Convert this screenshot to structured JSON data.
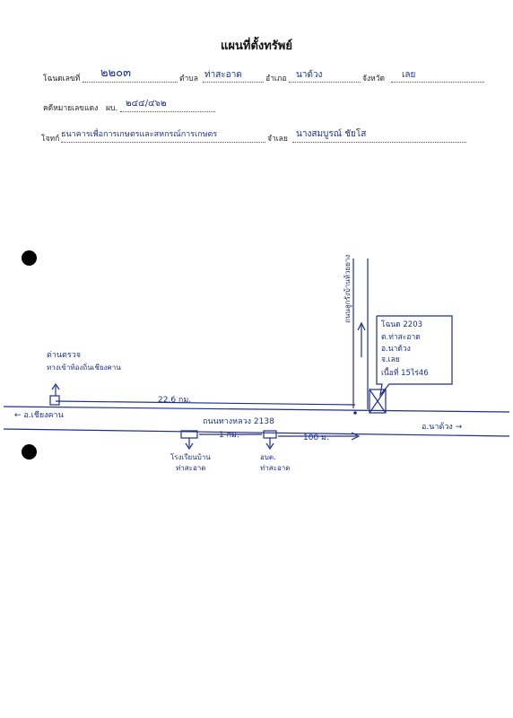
{
  "form": {
    "title": "แผนที่ตั้งทรัพย์",
    "deed_label": "โฉนดเลขที่",
    "deed_value": "๒๒๐๓",
    "subdistrict_label": "ตำบล",
    "subdistrict_value": "ท่าสะอาด",
    "district_label": "อำเภอ",
    "district_value": "นาด้วง",
    "province_label": "จังหวัด",
    "province_value": "เลย",
    "case_label": "คดีหมายเลขแดง",
    "case_prefix": "ผบ.",
    "case_value": "๒๔๔/๔๖๒",
    "plaintiff_label": "โจทก์",
    "plaintiff_value": "ธนาคารเพื่อการเกษตรและสหกรณ์การเกษตร",
    "defendant_label": "จำเลย",
    "defendant_value": "นางสมบูรณ์ ชัยโส"
  },
  "map": {
    "to_left": "← อ.เชียงคาน",
    "to_right": "อ.นาด้วง →",
    "road_name": "ถนนทางหลวง 2138",
    "upper_distance": "22.6 กม.",
    "left_landmark_line1": "ด่านตรวจ",
    "left_landmark_line2": "ทางเข้าท้องถิ่นเชียงคาน",
    "lower_distance_1": "1 กม.",
    "lower_distance_2": "100 ม.",
    "school_line1": "โรงเรียนบ้าน",
    "school_line2": "ท่าสะอาด",
    "tambon_office_line1": "อบต.",
    "tambon_office_line2": "ท่าสะอาด",
    "side_road": "ถนนลูกรังบ้านห้วยยาง",
    "parcel_box": {
      "line1": "โฉนด 2203",
      "line2": "ต.ท่าสะอาด",
      "line3": "อ.นาด้วง",
      "line4": "จ.เลย",
      "line5": "เนื้อที่ 15ไร่46"
    }
  },
  "colors": {
    "ink": "#1d2f8f",
    "print": "#222222"
  }
}
